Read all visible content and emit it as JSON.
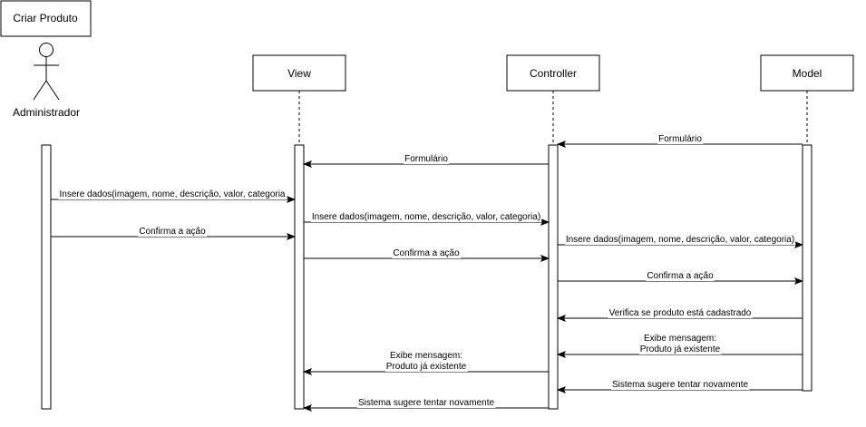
{
  "frame_title": "Criar Produto",
  "actor": {
    "label": "Administrador"
  },
  "participants": [
    {
      "id": "view",
      "label": "View"
    },
    {
      "id": "controller",
      "label": "Controller"
    },
    {
      "id": "model",
      "label": "Model"
    }
  ],
  "messages": [
    {
      "id": "m1",
      "from": "model",
      "to": "controller",
      "lines": [
        "Formulário"
      ]
    },
    {
      "id": "m2",
      "from": "controller",
      "to": "view",
      "lines": [
        "Formulário"
      ]
    },
    {
      "id": "m3",
      "from": "actor",
      "to": "view",
      "lines": [
        "Insere dados(imagem, nome, descrição, valor, categoria"
      ]
    },
    {
      "id": "m4",
      "from": "view",
      "to": "controller",
      "lines": [
        "Insere dados(imagem, nome, descrição, valor, categoria)"
      ]
    },
    {
      "id": "m5",
      "from": "actor",
      "to": "view",
      "lines": [
        "Confirma a ação"
      ]
    },
    {
      "id": "m6",
      "from": "controller",
      "to": "model",
      "lines": [
        "Insere dados(imagem, nome, descrição, valor, categoria)"
      ]
    },
    {
      "id": "m7",
      "from": "view",
      "to": "controller",
      "lines": [
        "Confirma a ação"
      ]
    },
    {
      "id": "m8",
      "from": "controller",
      "to": "model",
      "lines": [
        "Confirma a ação"
      ]
    },
    {
      "id": "m9",
      "from": "model",
      "to": "controller",
      "lines": [
        "Verifica se produto está cadastrado"
      ]
    },
    {
      "id": "m10",
      "from": "model",
      "to": "controller",
      "lines": [
        "Exibe mensagem:",
        "Produto já existente"
      ]
    },
    {
      "id": "m11",
      "from": "controller",
      "to": "view",
      "lines": [
        "Exibe mensagem:",
        "Produto já existente"
      ]
    },
    {
      "id": "m12",
      "from": "model",
      "to": "controller",
      "lines": [
        "Sistema sugere tentar novamente"
      ]
    },
    {
      "id": "m13",
      "from": "controller",
      "to": "view",
      "lines": [
        "Sistema sugere tentar novamente"
      ]
    }
  ],
  "colors": {
    "stroke": "#000000",
    "background": "#ffffff"
  }
}
